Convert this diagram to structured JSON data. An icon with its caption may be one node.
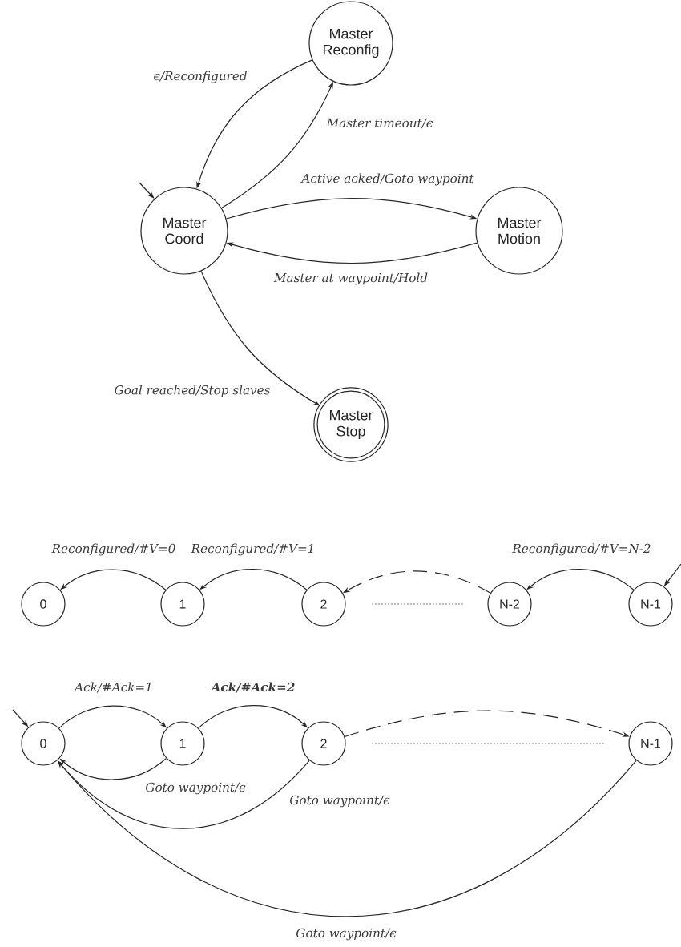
{
  "diagram": {
    "nodes": [
      {
        "text": [
          "Master Reconfig"
        ]
      },
      {
        "text": [
          "Master Coord"
        ]
      },
      {
        "text": [
          "Master Motion"
        ]
      },
      {
        "text": [
          "Master Stop"
        ]
      },
      {
        "text": [
          "0"
        ]
      },
      {
        "text": [
          "1"
        ]
      },
      {
        "text": [
          "2"
        ]
      },
      {
        "text": [
          "N-2"
        ]
      },
      {
        "text": [
          "N-1"
        ]
      },
      {
        "text": [
          "0"
        ]
      },
      {
        "text": [
          "1"
        ]
      },
      {
        "text": [
          "2"
        ]
      },
      {
        "text": [
          "N-1"
        ]
      }
    ],
    "edges": [
      {
        "from": null,
        "to": 1,
        "arrow": "to"
      },
      {
        "from": 0,
        "to": 1,
        "arrow": "to",
        "label": "ϵ/Reconfigured"
      },
      {
        "from": 1,
        "to": 0,
        "arrow": "to",
        "label": "Master timeout/ϵ"
      },
      {
        "from": 1,
        "to": 2,
        "arrow": "to",
        "label": "Active acked/Goto waypoint"
      },
      {
        "from": 2,
        "to": 1,
        "arrow": "to",
        "label": "Master at waypoint/Hold"
      },
      {
        "from": 1,
        "to": 3,
        "arrow": "to",
        "label": "Goal reached/Stop slaves"
      },
      {
        "from": 5,
        "to": 4,
        "arrow": "to",
        "label": "Reconfigured/#V=0"
      },
      {
        "from": 6,
        "to": 5,
        "arrow": "to",
        "label": "Reconfigured/#V=1"
      },
      {
        "from": 7,
        "to": 6,
        "arrow": "to",
        "style": "dashed"
      },
      {
        "from": 8,
        "to": 7,
        "arrow": "to",
        "label": "Reconfigured/#V=N-2"
      },
      {
        "from": null,
        "to": 8,
        "arrow": "to"
      },
      {
        "from": null,
        "to": 9,
        "arrow": "to"
      },
      {
        "from": 9,
        "to": 10,
        "arrow": "to",
        "label": "Ack/#Ack=1"
      },
      {
        "from": 10,
        "to": 11,
        "arrow": "to",
        "label": "Ack/#Ack=2"
      },
      {
        "from": 11,
        "to": 12,
        "arrow": "to",
        "style": "dashed"
      },
      {
        "from": 10,
        "to": 9,
        "arrow": "to",
        "label": "Goto waypoint/ϵ"
      },
      {
        "from": 11,
        "to": 9,
        "arrow": "to",
        "label": "Goto waypoint/ϵ"
      },
      {
        "from": 12,
        "to": 9,
        "arrow": "to",
        "label": "Goto waypoint/ϵ"
      }
    ]
  }
}
